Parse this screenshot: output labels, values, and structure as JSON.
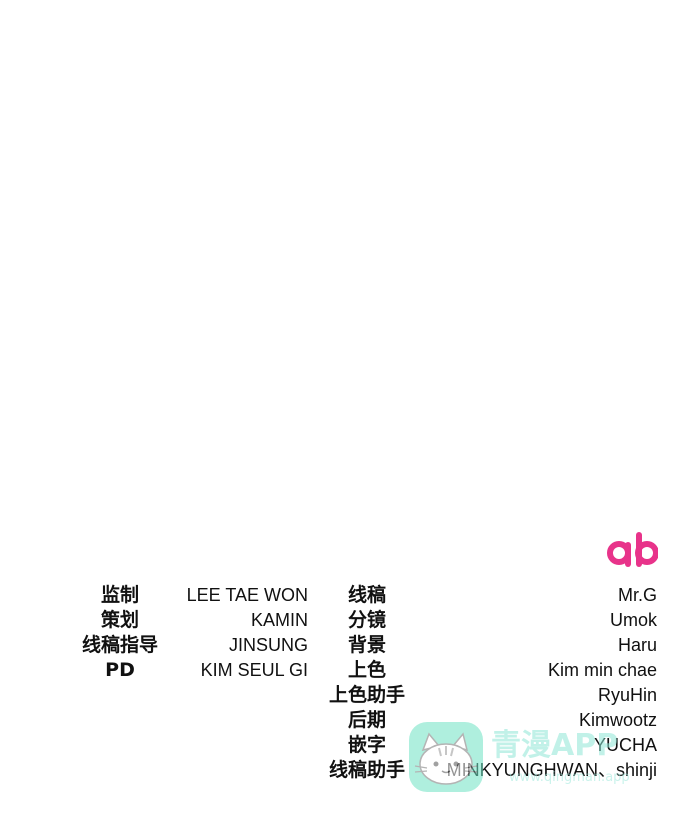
{
  "logo": {
    "text": "ab",
    "color": "#e8338a"
  },
  "credits_left": [
    {
      "role": "监制",
      "name": "LEE TAE WON"
    },
    {
      "role": "策划",
      "name": "KAMIN"
    },
    {
      "role": "线稿指导",
      "name": "JINSUNG"
    },
    {
      "role": "PD",
      "name": "KIM SEUL GI"
    }
  ],
  "credits_right": [
    {
      "role": "线稿",
      "name": "Mr.G"
    },
    {
      "role": "分镜",
      "name": "Umok"
    },
    {
      "role": "背景",
      "name": "Haru"
    },
    {
      "role": "上色",
      "name": "Kim min chae"
    },
    {
      "role": "上色助手",
      "name": "RyuHin"
    },
    {
      "role": "后期",
      "name": "Kimwootz"
    },
    {
      "role": "嵌字",
      "name": "YUCHA"
    },
    {
      "role": "线稿助手",
      "name": "MINKYUNGHWAN、shinji"
    }
  ],
  "watermark": {
    "title": "青漫APP",
    "subtitle": "www.qingman.app",
    "color": "#6fe3c4"
  }
}
